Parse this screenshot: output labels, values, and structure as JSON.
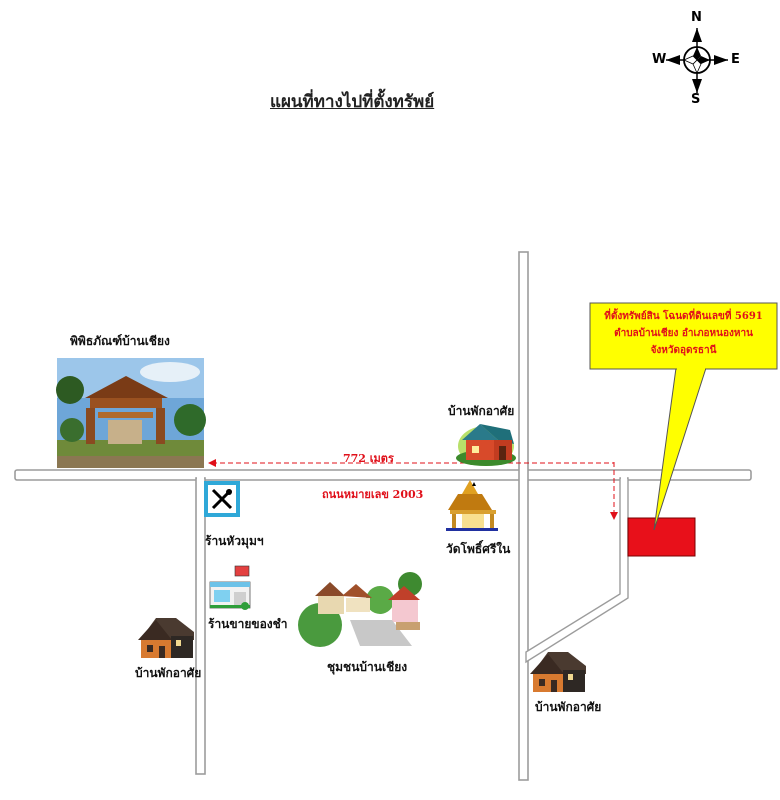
{
  "title": "แผนที่ทางไปที่ตั้งทรัพย์",
  "compass": {
    "n": "N",
    "s": "S",
    "e": "E",
    "w": "W"
  },
  "distance_label": "772 เมตร",
  "road_label": "ถนนหมายเลข 2003",
  "callout": {
    "line1": "ที่ตั้งทรัพย์สิน โฉนดที่ดินเลขที่ 5691",
    "line2": "ตำบลบ้านเชียง อำเภอหนองหาน",
    "line3": "จังหวัดอุดรธานี"
  },
  "landmarks": {
    "museum": "พิพิธภัณฑ์บ้านเชียง",
    "lodging_top": "บ้านพักอาศัย",
    "restaurant": "ร้านหัวมุมฯ",
    "grocery": "ร้านขายของชำ",
    "temple": "วัดโพธิ์ศรีใน",
    "community": "ชุมชนบ้านเชียง",
    "lodging_left": "บ้านพักอาศัย",
    "lodging_right": "บ้านพักอาศัย"
  },
  "colors": {
    "road": "#aaaaaa",
    "callout_fill": "#ffff00",
    "property": "#e8101a",
    "accent_red": "#e0101a"
  }
}
